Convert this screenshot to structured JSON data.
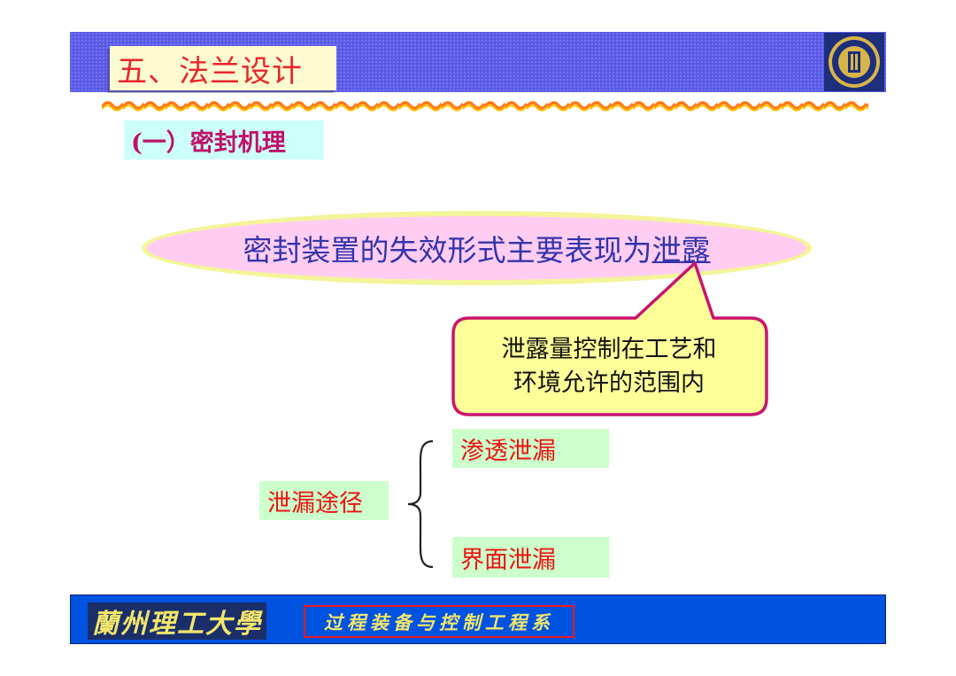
{
  "header": {
    "title": "五、法兰设计",
    "logo_icon": "university-emblem-icon"
  },
  "subtitle": "(一）密封机理",
  "main_statement": {
    "prefix": "密封装置的失效形式主要表现为",
    "highlight": "泄露"
  },
  "callout": {
    "line1": "泄露量控制在工艺和",
    "line2": "环境允许的范围内"
  },
  "leak_paths": {
    "label": "泄漏途径",
    "items": [
      "渗透泄漏",
      "界面泄漏"
    ]
  },
  "footer": {
    "university": "蘭州理工大學",
    "department": "过程装备与控制工程系"
  },
  "colors": {
    "header_blue": "#5a5ae6",
    "title_red": "#e8262a",
    "ellipse_pink": "#ffccf2",
    "callout_yellow": "#ffff99",
    "footer_blue": "#0052e0"
  }
}
